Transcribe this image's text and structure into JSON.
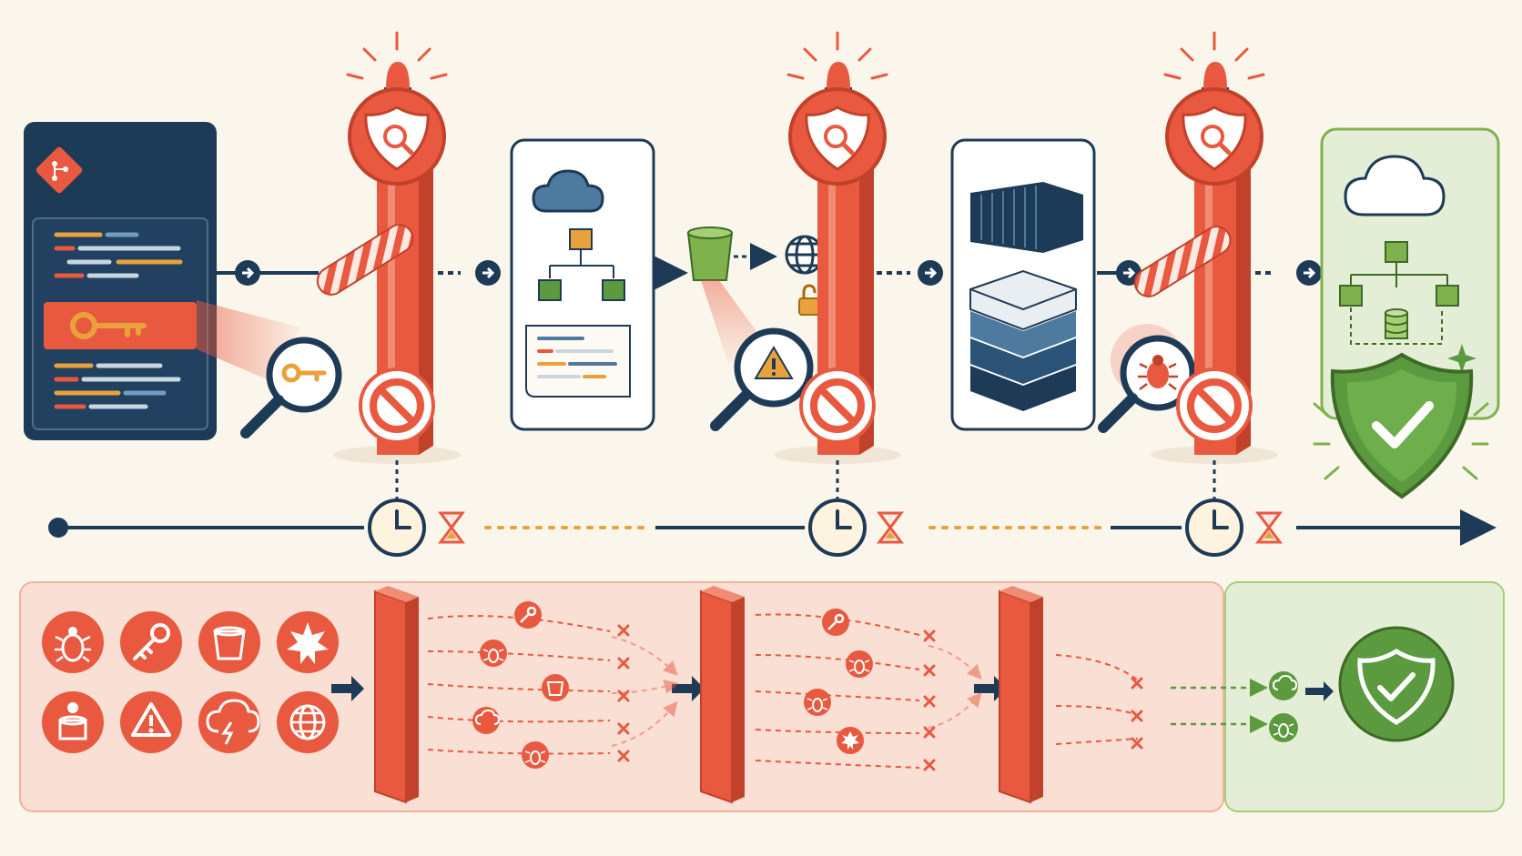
{
  "colors": {
    "background": "#fbf6ec",
    "navy": "#1d3a57",
    "coral": "#e8593f",
    "coral_light": "#f6d3c6",
    "amber": "#e9a23b",
    "green": "#5b9a3f",
    "green_light": "#e4eed6",
    "slate_blue": "#4d7a9e"
  },
  "pipeline": [
    {
      "id": "source-repo",
      "icon": "git-branch-icon",
      "contents": [
        "code-lines",
        "key-icon"
      ]
    },
    {
      "id": "gate-1",
      "icon": "shield-search-icon",
      "blocked": "key-icon"
    },
    {
      "id": "infra-template",
      "icon": "cloud-icon",
      "contents": [
        "tree-diagram",
        "code-document"
      ]
    },
    {
      "id": "storage-check",
      "icon": "bucket-icon",
      "contents": [
        "globe-icon",
        "padlock-icon",
        "warning-icon"
      ]
    },
    {
      "id": "gate-2",
      "icon": "shield-search-icon",
      "blocked": "warning-icon"
    },
    {
      "id": "container-image",
      "icon": "container-icon",
      "contents": [
        "layer-stack"
      ]
    },
    {
      "id": "gate-3",
      "icon": "shield-search-icon",
      "blocked": "bug-icon"
    },
    {
      "id": "deployed-cloud",
      "icon": "cloud-icon",
      "contents": [
        "tree-diagram",
        "database-icon",
        "shield-check-icon"
      ]
    }
  ],
  "timeline": {
    "checkpoints": [
      "clock-icon",
      "clock-icon",
      "clock-icon"
    ],
    "waits": [
      "hourglass-icon",
      "hourglass-icon",
      "hourglass-icon"
    ]
  },
  "threat_funnel": {
    "threat_icons": [
      "bug-icon",
      "key-icon",
      "bucket-icon",
      "burst-icon",
      "database-bug-icon",
      "warning-icon",
      "cloud-lightning-icon",
      "globe-icon"
    ],
    "walls": 3,
    "stage_1_passing": [
      "key-icon",
      "bug-icon",
      "bucket-icon",
      "cloud-lightning-icon",
      "bug-icon"
    ],
    "stage_2_passing": [
      "key-icon",
      "bug-icon",
      "bug-icon",
      "burst-icon"
    ],
    "stage_3_passing": [
      "cloud-lightning-icon",
      "bug-icon"
    ],
    "result": "shield-check-icon"
  }
}
